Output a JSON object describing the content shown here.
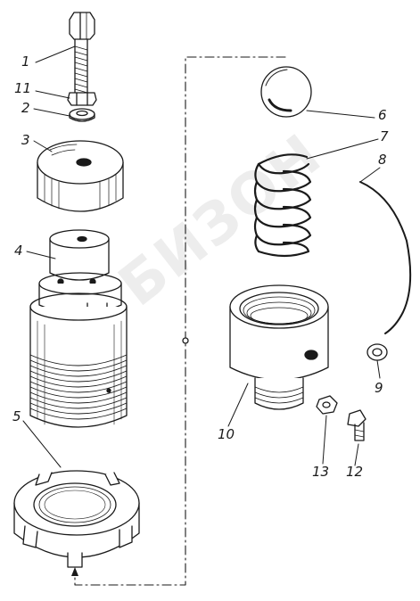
{
  "diagram": {
    "callouts": {
      "c1": "1",
      "c11": "11",
      "c2": "2",
      "c3": "3",
      "c4": "4",
      "c5": "5",
      "c6": "6",
      "c7": "7",
      "c8": "8",
      "c9": "9",
      "c10": "10",
      "c12": "12",
      "c13": "13"
    },
    "watermark": "БИЗОН",
    "colors": {
      "ink": "#1a1a1a",
      "paper": "#ffffff"
    }
  }
}
